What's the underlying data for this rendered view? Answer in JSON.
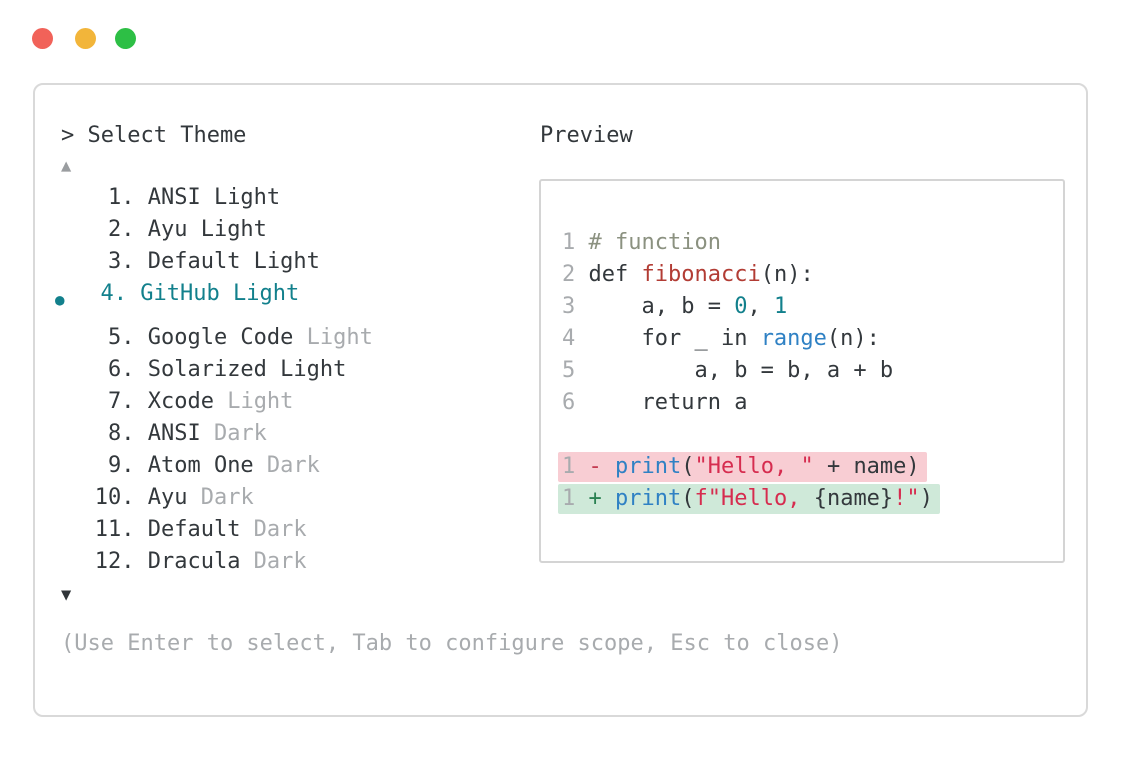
{
  "window_controls": {
    "close_label": "close",
    "minimize_label": "minimize",
    "zoom_label": "zoom",
    "close_color": "#f16259",
    "minimize_color": "#f2b53a",
    "zoom_color": "#2dbf45"
  },
  "theme_picker": {
    "title": "> Select Theme",
    "scroll_up_icon": "▲",
    "scroll_down_icon": "▼",
    "selected_indicator": "●",
    "items": [
      {
        "number": "1",
        "primary": "ANSI Light",
        "secondary": "",
        "selected": false
      },
      {
        "number": "2",
        "primary": "Ayu Light",
        "secondary": "",
        "selected": false
      },
      {
        "number": "3",
        "primary": "Default Light",
        "secondary": "",
        "selected": false
      },
      {
        "number": "4",
        "primary": "GitHub Light",
        "secondary": "",
        "selected": true
      },
      {
        "number": "5",
        "primary": "Google Code",
        "secondary": "Light",
        "selected": false
      },
      {
        "number": "6",
        "primary": "Solarized Light",
        "secondary": "",
        "selected": false
      },
      {
        "number": "7",
        "primary": "Xcode",
        "secondary": "Light",
        "selected": false
      },
      {
        "number": "8",
        "primary": "ANSI",
        "secondary": "Dark",
        "selected": false
      },
      {
        "number": "9",
        "primary": "Atom One",
        "secondary": "Dark",
        "selected": false
      },
      {
        "number": "10",
        "primary": "Ayu",
        "secondary": "Dark",
        "selected": false
      },
      {
        "number": "11",
        "primary": "Default",
        "secondary": "Dark",
        "selected": false
      },
      {
        "number": "12",
        "primary": "Dracula",
        "secondary": "Dark",
        "selected": false
      }
    ],
    "hint": "(Use Enter to select, Tab to configure scope, Esc to close)"
  },
  "preview": {
    "label": "Preview",
    "code_lines": [
      {
        "num": "1",
        "bg": "",
        "segments": [
          {
            "text": "# function",
            "color": "comment"
          }
        ]
      },
      {
        "num": "2",
        "bg": "",
        "segments": [
          {
            "text": "def ",
            "color": "text"
          },
          {
            "text": "fibonacci",
            "color": "function"
          },
          {
            "text": "(n):",
            "color": "text"
          }
        ]
      },
      {
        "num": "3",
        "bg": "",
        "segments": [
          {
            "text": "    a, b = ",
            "color": "text"
          },
          {
            "text": "0",
            "color": "number"
          },
          {
            "text": ", ",
            "color": "text"
          },
          {
            "text": "1",
            "color": "number"
          }
        ]
      },
      {
        "num": "4",
        "bg": "",
        "segments": [
          {
            "text": "    for _ in ",
            "color": "text"
          },
          {
            "text": "range",
            "color": "builtin"
          },
          {
            "text": "(n):",
            "color": "text"
          }
        ]
      },
      {
        "num": "5",
        "bg": "",
        "segments": [
          {
            "text": "        a, b = b, a + b",
            "color": "text"
          }
        ]
      },
      {
        "num": "6",
        "bg": "",
        "segments": [
          {
            "text": "    return a",
            "color": "text"
          }
        ]
      },
      {
        "num": "",
        "bg": "",
        "segments": []
      },
      {
        "num": "1",
        "bg": "removed",
        "segments": [
          {
            "text": "- ",
            "color": "removed_sign"
          },
          {
            "text": "print",
            "color": "builtin"
          },
          {
            "text": "(",
            "color": "text"
          },
          {
            "text": "\"Hello, \"",
            "color": "string"
          },
          {
            "text": " + name)",
            "color": "text"
          }
        ]
      },
      {
        "num": "1",
        "bg": "added",
        "segments": [
          {
            "text": "+ ",
            "color": "added_sign"
          },
          {
            "text": "print",
            "color": "builtin"
          },
          {
            "text": "(",
            "color": "text"
          },
          {
            "text": "f\"Hello, ",
            "color": "string"
          },
          {
            "text": "{name}",
            "color": "text"
          },
          {
            "text": "!\"",
            "color": "string"
          },
          {
            "text": ")",
            "color": "text"
          }
        ]
      }
    ]
  },
  "colors": {
    "text": "#33383c",
    "muted": "#a8abae",
    "accent": "#12808c",
    "comment": "#8b9180",
    "function": "#b23c34",
    "builtin": "#2f81c4",
    "number": "#12808c",
    "string": "#d62c4f",
    "removed_sign": "#c43a50",
    "added_sign": "#2a8152",
    "removed_bg": "#f8cdd3",
    "added_bg": "#cfe9d9"
  }
}
